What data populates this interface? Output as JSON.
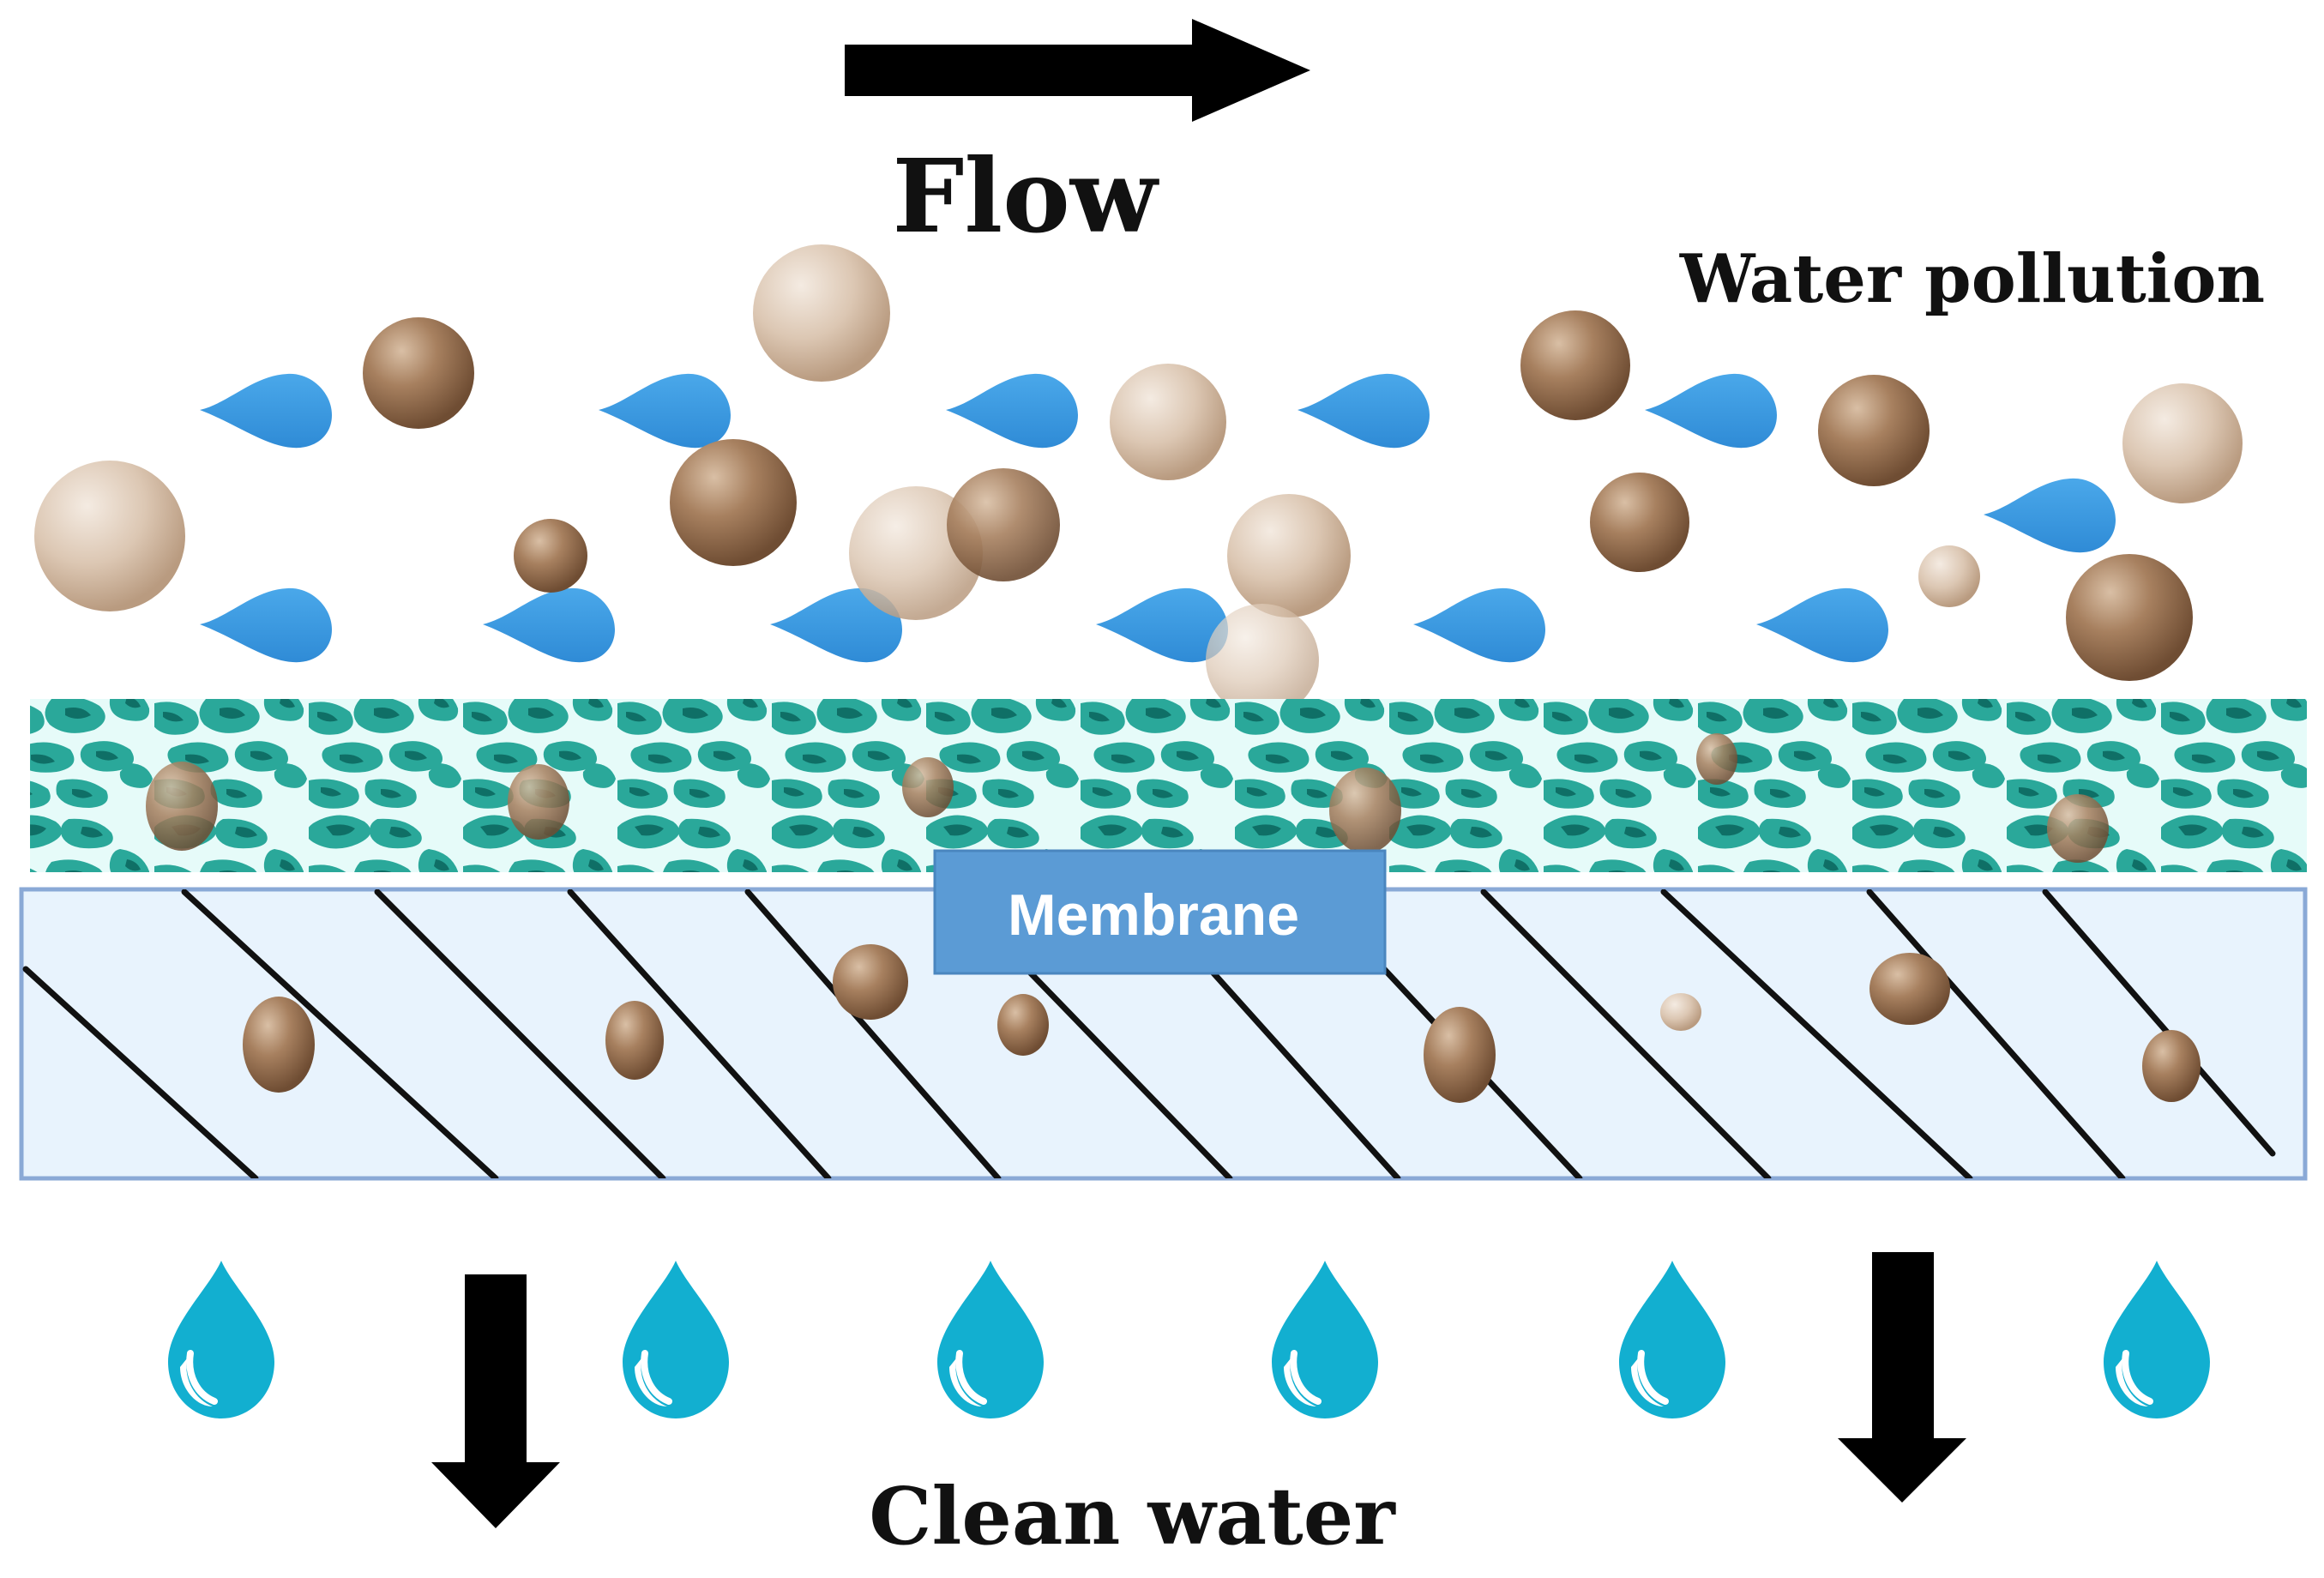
{
  "labels": {
    "flow": "Flow",
    "water_pollution": "Water pollution",
    "membrane": "Membrane",
    "clean_water": "Clean water"
  },
  "colors": {
    "water_drop": "#3d9be0",
    "clean_drop": "#12afd0",
    "particle_dark": "#a88262",
    "particle_light": "#dcc6b2",
    "membrane_support": "#e8f3fd",
    "membrane_border": "#8aa9d6",
    "membrane_label_bg": "#5b9bd5",
    "porous_layer": "#2aa89a",
    "porous_dark": "#0f6f66",
    "arrow": "#000000"
  },
  "icons": {
    "flow_arrow": "arrow-right-icon",
    "output_arrows": "arrow-down-icon",
    "water_droplet": "water-drop-icon",
    "clean_droplet": "clean-water-drop-icon",
    "pollutant_particle": "particle-icon"
  }
}
